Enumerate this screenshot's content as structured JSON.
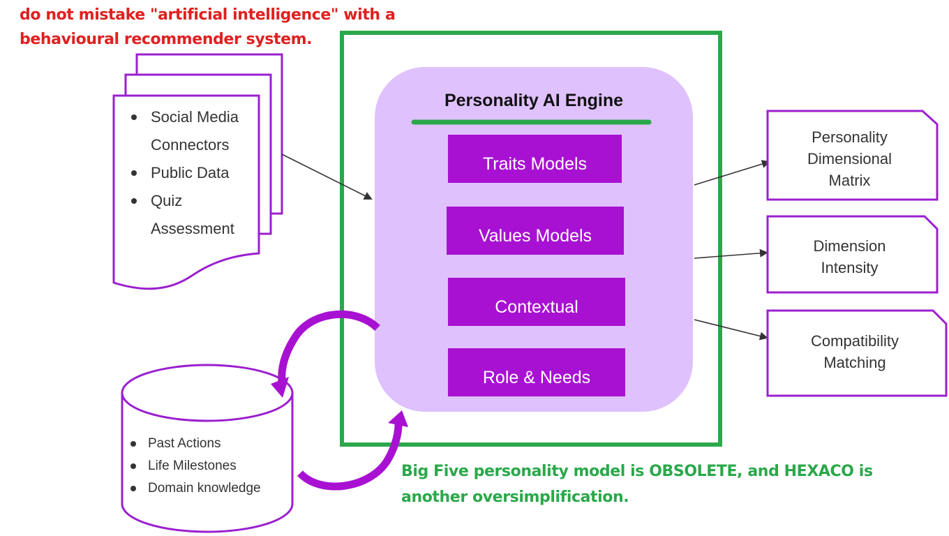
{
  "annotations": {
    "top_note": "do not mistake \"artificial intelligence\" with a behavioural recommender system.",
    "bottom_note": "Big Five personality model is OBSOLETE, and HEXACO is another oversimplification."
  },
  "inputs": {
    "documents": [
      "Social Media Connectors",
      "Public Data",
      "Quiz Assessment"
    ],
    "database": [
      "Past Actions",
      "Life Milestones",
      "Domain knowledge"
    ]
  },
  "engine": {
    "title": "Personality AI Engine",
    "modules": [
      "Traits Models",
      "Values Models",
      "Contextual",
      "Role & Needs"
    ]
  },
  "outputs": [
    "Personality Dimensional Matrix",
    "Dimension Intensity",
    "Compatibility Matching"
  ],
  "colors": {
    "purple_stroke": "#9b1fcf",
    "module_fill": "#a811d2",
    "engine_fill": "#dfc1fd",
    "highlight_green": "#2aa84a",
    "annotation_red": "#e02020",
    "arrow_gray": "#333333"
  }
}
